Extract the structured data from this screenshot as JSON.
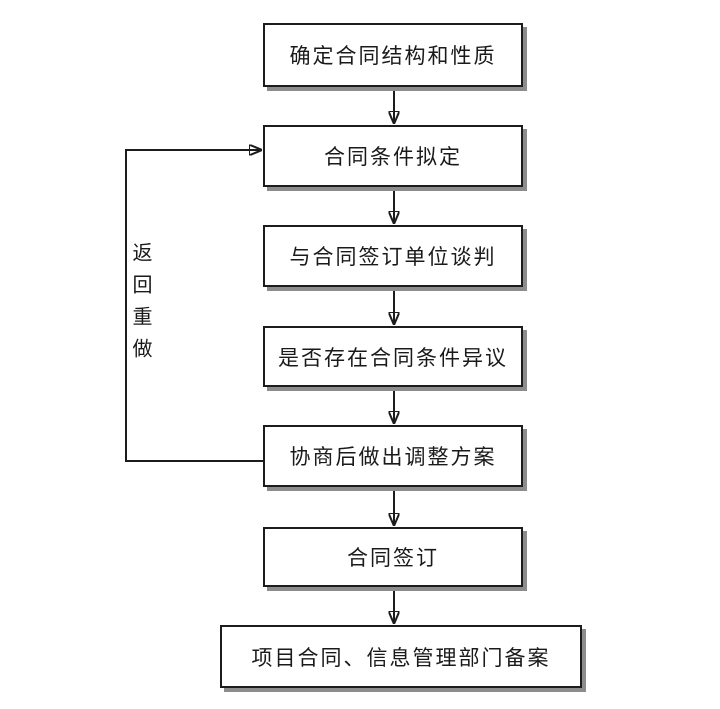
{
  "diagram": {
    "type": "flowchart",
    "language": "zh-CN",
    "nodes": [
      {
        "id": "n1",
        "label": "确定合同结构和性质"
      },
      {
        "id": "n2",
        "label": "合同条件拟定"
      },
      {
        "id": "n3",
        "label": "与合同签订单位谈判"
      },
      {
        "id": "n4",
        "label": "是否存在合同条件异议"
      },
      {
        "id": "n5",
        "label": "协商后做出调整方案"
      },
      {
        "id": "n6",
        "label": "合同签订"
      },
      {
        "id": "n7",
        "label": "项目合同、信息管理部门备案"
      }
    ],
    "edges": [
      {
        "from": "n1",
        "to": "n2",
        "label": ""
      },
      {
        "from": "n2",
        "to": "n3",
        "label": ""
      },
      {
        "from": "n3",
        "to": "n4",
        "label": ""
      },
      {
        "from": "n4",
        "to": "n5",
        "label": ""
      },
      {
        "from": "n5",
        "to": "n6",
        "label": ""
      },
      {
        "from": "n6",
        "to": "n7",
        "label": ""
      },
      {
        "from": "n5",
        "to": "n2",
        "label": "返回重做",
        "style": "feedback-loop-left"
      }
    ],
    "loop_label": "返回重做",
    "colors": {
      "node_border": "#1c1c1c",
      "node_fill": "#ffffff",
      "node_shadow": "#8c8c8c",
      "arrow": "#1c1c1c",
      "text": "#1a1a1a",
      "background": "#ffffff"
    }
  }
}
